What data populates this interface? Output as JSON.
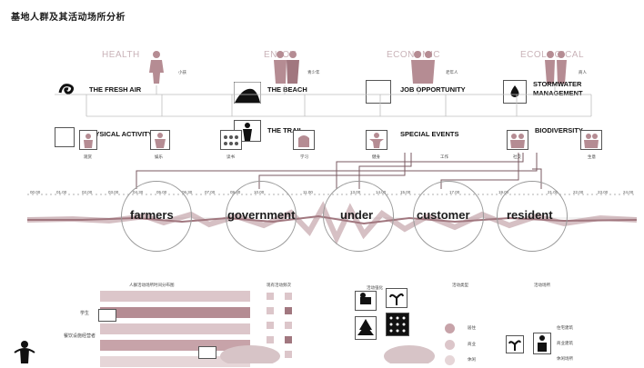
{
  "title": "基地人群及其活动场所分析",
  "categories": [
    {
      "ghost": "HEALTH",
      "who": "小孩"
    },
    {
      "ghost": "ENJOY",
      "who": "青少年"
    },
    {
      "ghost": "ECONOMIC",
      "who": "老年人"
    },
    {
      "ghost": "ECOLOGICAL",
      "who": "商人"
    }
  ],
  "values": [
    {
      "label": "THE FRESH AIR"
    },
    {
      "label": "THE BEACH"
    },
    {
      "label": "JOB OPPORTUNITY"
    },
    {
      "label": "STORMWATER MANAGEMENT"
    },
    {
      "label": "THE TRAIL"
    },
    {
      "label": "PHYSICAL ACTIVITY"
    },
    {
      "label": "SPECIAL EVENTS"
    },
    {
      "label": "BIODIVERSITY"
    }
  ],
  "activities": [
    "观赏",
    "娱乐",
    "读书",
    "学习",
    "健身",
    "工作",
    "社交",
    "生意"
  ],
  "timeline_ticks": [
    "00.00",
    "01.00",
    "02.00",
    "03.00",
    "04.30",
    "05.00",
    "06.30",
    "07.00",
    "09.30",
    "10.00",
    "11.00",
    "13.00",
    "14.00",
    "15.00",
    "17.00",
    "19.00",
    "21.00",
    "22.00",
    "23.00",
    "24.00"
  ],
  "groups": [
    "farmers",
    "government",
    "under",
    "customer",
    "resident"
  ],
  "bottom": {
    "dist_title": "人群活动场所时间分布图",
    "freq_title": "现有活动频次",
    "solid_label": "活动强化",
    "type_title": "活动类型",
    "place_title": "活动场所",
    "rows": [
      "学生",
      "餐饮设施经营者"
    ],
    "type_legend": [
      "居住",
      "商业",
      "休闲"
    ],
    "place_legend": [
      "住宅建筑",
      "商业建筑",
      "休闲场所"
    ]
  },
  "colors": {
    "accent": "#a1777f",
    "light": "#dcc6ca",
    "ghost": "#c9b3b8"
  }
}
